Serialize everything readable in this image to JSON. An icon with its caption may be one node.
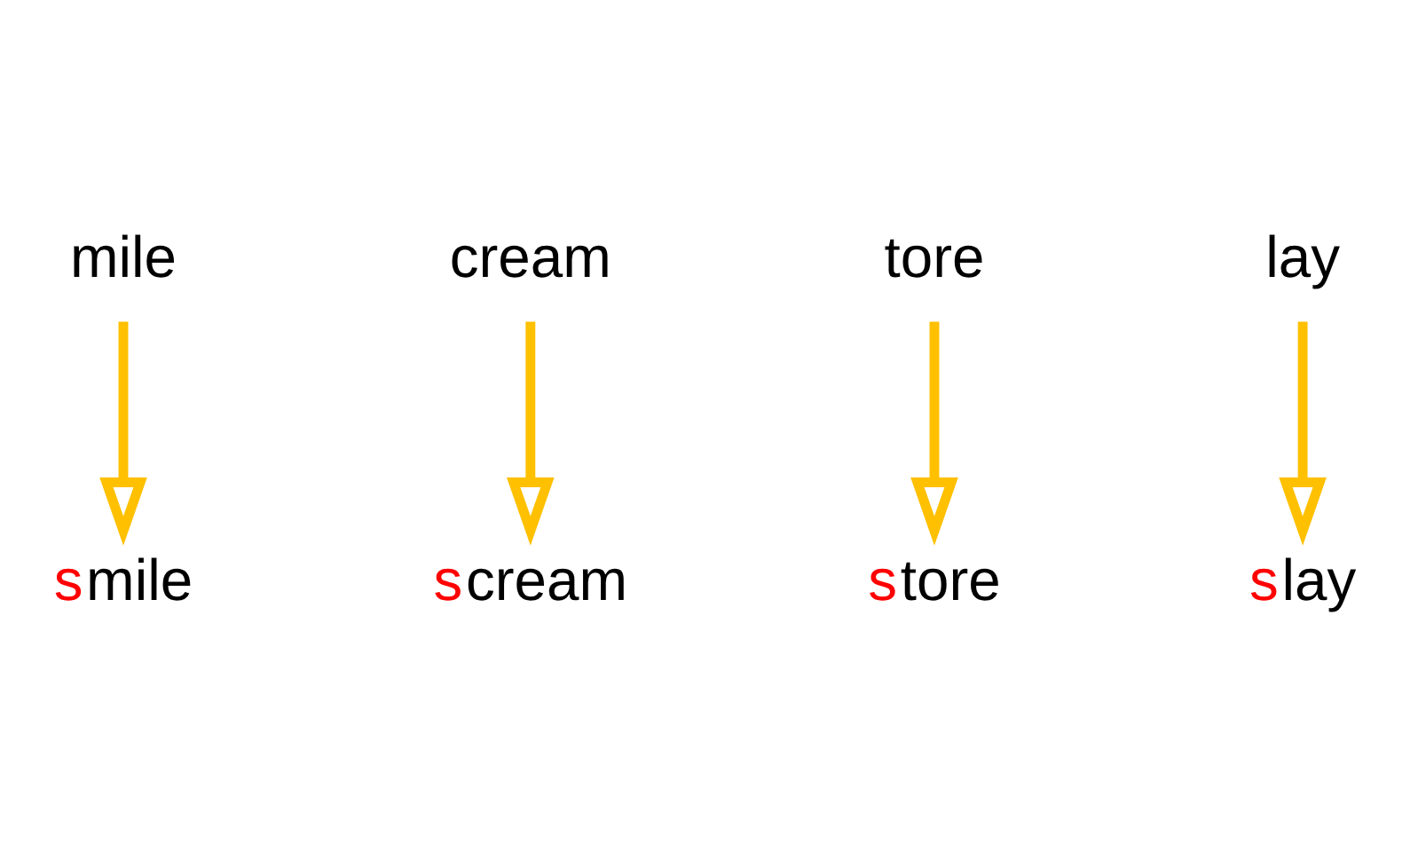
{
  "diagram": {
    "nodes": [
      {
        "text": [
          "mile"
        ]
      },
      {
        "text": [
          "smile"
        ]
      },
      {
        "text": [
          "cream"
        ]
      },
      {
        "text": [
          "store"
        ]
      },
      {
        "text": [
          "tore"
        ]
      },
      {
        "text": [
          "scream"
        ]
      },
      {
        "text": [
          "slay"
        ]
      },
      {
        "text": [
          "lay"
        ]
      }
    ],
    "edges": [
      {
        "from": 0,
        "to": 1,
        "arrow": "to"
      },
      {
        "from": 2,
        "to": 5,
        "arrow": "to"
      },
      {
        "from": 4,
        "to": 3,
        "arrow": "to"
      },
      {
        "from": 7,
        "to": 6,
        "arrow": "to"
      }
    ]
  }
}
